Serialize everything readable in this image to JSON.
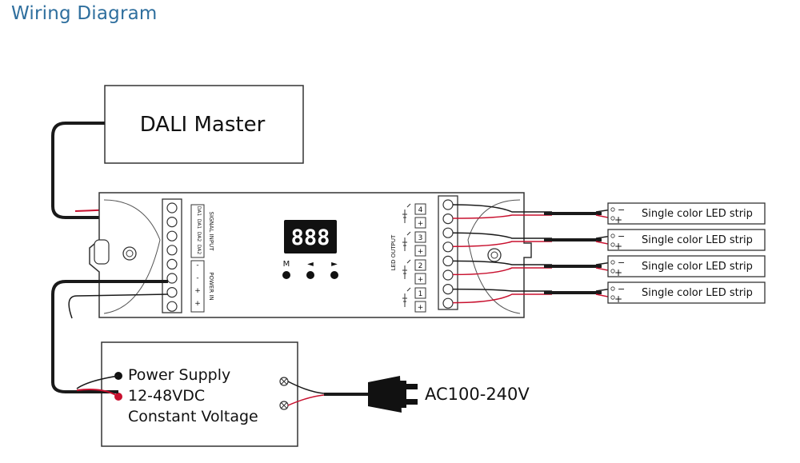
{
  "title": "Wiring Diagram",
  "dali_master": {
    "label": "DALI Master"
  },
  "controller": {
    "display": "888",
    "buttons": [
      "M",
      "◄",
      "►"
    ],
    "signal_terminals": [
      "DA1",
      "DA1",
      "DA2",
      "DA2"
    ],
    "signal_label": "SIGNAL INPUT",
    "power_terminals": [
      "-",
      "-",
      "+",
      "+"
    ],
    "power_label": "POWER IN",
    "led_output_label": "LED OUTPUT",
    "output_channels": [
      "4",
      "3",
      "2",
      "1"
    ],
    "output_common": "+"
  },
  "led_strips": [
    {
      "label": "Single color LED strip",
      "minus": "−",
      "plus": "+"
    },
    {
      "label": "Single color LED strip",
      "minus": "−",
      "plus": "+"
    },
    {
      "label": "Single color LED strip",
      "minus": "−",
      "plus": "+"
    },
    {
      "label": "Single color LED strip",
      "minus": "−",
      "plus": "+"
    }
  ],
  "power_supply": {
    "line1": "Power Supply",
    "line2": "12-48VDC",
    "line3": "Constant Voltage"
  },
  "ac_input": "AC100-240V",
  "colors": {
    "title": "#2f6f9e",
    "wire_black": "#1a1a1a",
    "wire_red": "#c8102e",
    "outline": "#333333"
  }
}
